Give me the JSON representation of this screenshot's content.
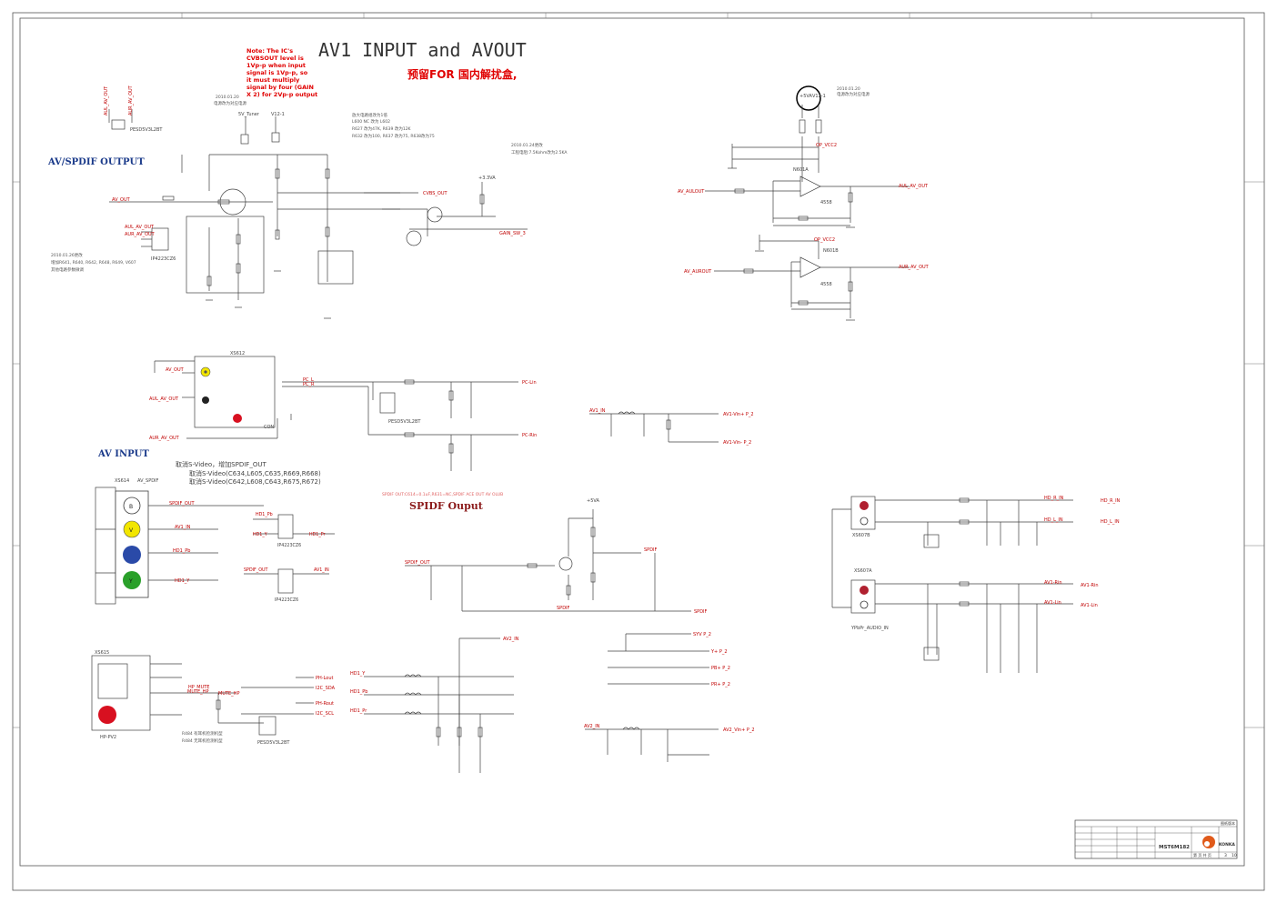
{
  "title": "AV1 INPUT and AVOUT",
  "subtitle_cn": "预留FOR 国内解扰盒,",
  "note": [
    "Note: The IC's",
    "CVBSOUT level is",
    "1Vp-p when input",
    "signal is 1Vp-p, so",
    "it must multiply",
    "signal by four (GAIN",
    "X 2) for 2Vp-p output"
  ],
  "sections": {
    "av_spdif_output": "AV/SPDIF OUTPUT",
    "av_input": "AV INPUT",
    "spdif_output": "SPIDF Ouput"
  },
  "cn_notes": {
    "cancel_svideo": "取消S-Video，增加SPDIF_OUT",
    "cancel_1": "取消S-Video(C634,L605,C635,R669,R668)",
    "cancel_2": "取消S-Video(C642,L608,C643,R675,R672)",
    "date_note_top": "2010.01.20",
    "date_note_top2": "电源改为对应电源",
    "amp_note1": "放大电路组改为1倍",
    "amp_note2": "L600 NC 改为 L602",
    "amp_note3": "R627 改为47K, R639 改为12K",
    "amp_note4": "R632 改为100, R637 改为75, R638改为75",
    "amp_note5": "2010.01.24更改",
    "amp_note6": "工程电阻:7.5Kohm改为2.5KA",
    "left_note1": "2010.01.26更改",
    "left_note2": "增加R641, R640, R642, R648, R649, V607",
    "left_note3": "其他电路参数微调",
    "right_note1": "2010.01.20",
    "right_note2": "电源改为对应电源",
    "hp_note1": "R484 有耳机检测机型",
    "hp_note2": "R484 无耳机检测机型",
    "spdif_note": "SPDIF OUT:C614=0.1uF,R631=NC,SPDIF ACE OUT AV OLUB"
  },
  "nets": {
    "aul_av_out": "AUL_AV_OUT",
    "aur_av_out": "AUR_AV_OUT",
    "av_out": "AV_OUT",
    "cvbs_out": "CVBS_OUT",
    "gain_sw": "GAIN_SW_3",
    "av_aulout": "AV_AULOUT",
    "av_aurout": "AV_AUROUT",
    "aul_av_out2": "AUL_AV_OUT",
    "aur_av_out2": "AUR_AV_OUT",
    "op_vcc2": "OP_VCC2",
    "pc_l": "PC_L",
    "pc_r": "PC_R",
    "pc_lin": "PC-Lin",
    "pc_rin": "PC-Rin",
    "av1_in": "AV1_IN",
    "av1_vin_p2": "AV1-Vin+ P_2",
    "av1_vin_n2": "AV1-Vin- P_2",
    "spdif_out": "SPDIF_OUT",
    "hd1_pb": "HD1_Pb",
    "hd1_pr": "HD1_Pr",
    "hd1_y": "HD1_Y",
    "spdif": "SPDIF",
    "av2_in": "AV2_IN",
    "hd_r_in": "HD_R_IN",
    "hd_l_in": "HD_L_IN",
    "av1_rin": "AV1-Rin",
    "av1_lin": "AV1-Lin",
    "y_p2": "Y+ P_2",
    "pb_p2": "PB+ P_2",
    "pr_p2": "PR+ P_2",
    "syv_p2": "SYV P_2",
    "av2_vin": "AV2_Vin+ P_2",
    "i2c_sda": "I2C_SDA",
    "i2c_scl": "I2C_SCL",
    "ph_lout": "PH-Lout",
    "ph_rout": "PH-Rout",
    "hp_mute": "HP_MUTE",
    "mute_hp": "MUTE_HP",
    "v5_tuner": "5V_Tuner",
    "v12": "V12-1",
    "v5va": "+5VA",
    "v33va": "+3.3VA"
  },
  "components": {
    "xs614": "XS614",
    "av_spdif": "AV_SPDIF",
    "xs612": "XS612",
    "xs615": "XS615",
    "xs607b": "XS607B",
    "xs607a": "XS607A",
    "hp_pv2": "HP-PV2",
    "con": "CON",
    "ypbpr_audio": "YPbPr_AUDIO_IN",
    "n601a": "N601A",
    "n601b": "N601B",
    "ic4558": "4558",
    "ip4223": "IP4223CZ6",
    "pesd": "PESD5V3L2BT"
  },
  "jack_letters": {
    "b": "B",
    "v": "V",
    "y": "Y"
  },
  "colors": {
    "wire": "#404040",
    "net": "#c00000",
    "note": "#e00000",
    "title": "#333333",
    "section": "#1a3a8a",
    "spdif_title": "#8b1a1a",
    "jack_yellow": "#f2e600",
    "jack_blue": "#2a4aa8",
    "jack_green": "#2aa02a",
    "jack_red": "#d81020",
    "line_ink": "#b02030"
  },
  "titleblock": {
    "model": "MST6M182",
    "brand": "KONKA",
    "sheet": "3",
    "sheets": "10",
    "label_ver": "图纸版本",
    "label_page": "第 页 共 页"
  }
}
